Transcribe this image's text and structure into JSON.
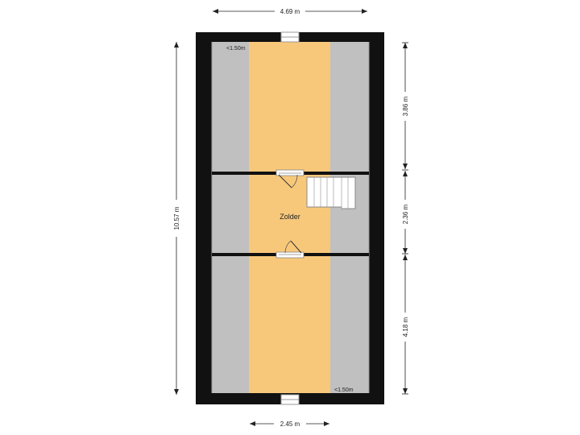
{
  "plan": {
    "room_label": "Zolder",
    "low_height_top": "<1.50m",
    "low_height_bottom": "<1.50m"
  },
  "dimensions": {
    "top_width": "4.69 m",
    "bottom_width": "2.45 m",
    "left_height": "10.57 m",
    "right_top": "3.86 m",
    "right_middle": "2.36 m",
    "right_bottom": "4.18 m"
  },
  "colors": {
    "wall": "#111111",
    "floor_full_height": "#f8c87a",
    "floor_low_height": "#c0c0c0",
    "dimension_line": "#222222"
  }
}
